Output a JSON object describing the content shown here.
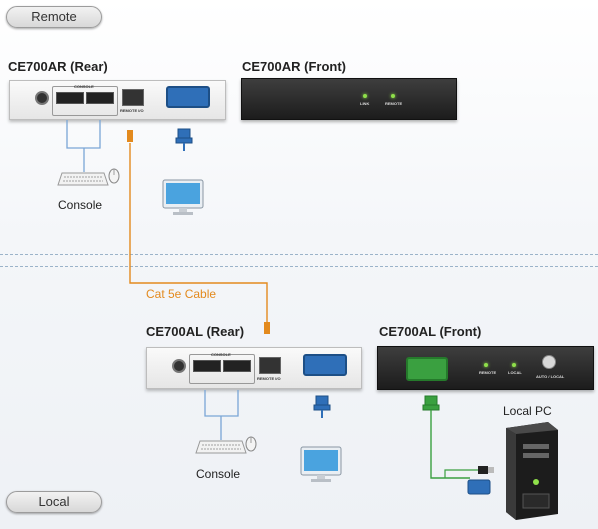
{
  "sections": {
    "remote_label": "Remote",
    "local_label": "Local"
  },
  "remote": {
    "rear_title": "CE700AR (Rear)",
    "front_title": "CE700AR (Front)",
    "console_caption": "Console",
    "rear_port_labels": {
      "console": "CONSOLE",
      "remote_io": "REMOTE I/O"
    },
    "front_led_labels": {
      "link": "LINK",
      "remote": "REMOTE"
    }
  },
  "cable": {
    "label": "Cat 5e Cable",
    "color": "#e38a1e"
  },
  "local": {
    "rear_title": "CE700AL (Rear)",
    "front_title": "CE700AL (Front)",
    "console_caption": "Console",
    "pc_caption": "Local PC",
    "rear_port_labels": {
      "console": "CONSOLE",
      "remote_io": "REMOTE I/O"
    },
    "front_led_labels": {
      "remote": "REMOTE",
      "local": "LOCAL",
      "button": "AUTO / LOCAL"
    }
  },
  "colors": {
    "usb_line": "#7aa6d6",
    "vga_blue": "#2f6fb8",
    "vga_green": "#3aa040",
    "front_panel": "#222222"
  },
  "icons": [
    "keyboard-icon",
    "mouse-icon",
    "monitor-icon",
    "pc-tower-icon",
    "usb-port-icon",
    "rj45-port-icon",
    "vga-port-icon",
    "power-jack-icon",
    "vga-connector-icon",
    "usb-connector-icon"
  ]
}
